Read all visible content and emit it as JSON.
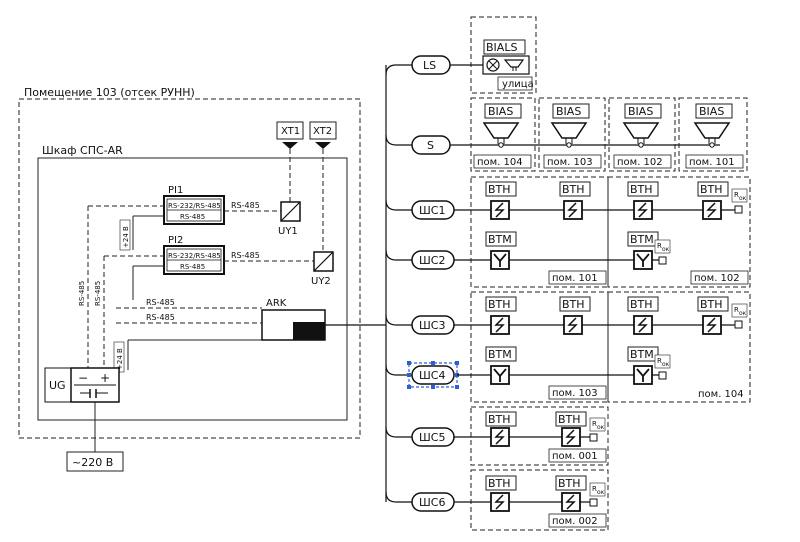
{
  "room": {
    "title": "Помещение 103 (отсек РУНН)"
  },
  "cabinet": {
    "title": "Шкаф СПС-AR"
  },
  "terminals": {
    "xt1": "XT1",
    "xt2": "XT2"
  },
  "relays": {
    "uy1": "UY1",
    "uy2": "UY2"
  },
  "interfaces": {
    "pi1": {
      "name": "PI1",
      "line1": "RS-232/RS-485",
      "line2": "RS-485"
    },
    "pi2": {
      "name": "PI2",
      "line1": "RS-232/RS-485",
      "line2": "RS-485"
    }
  },
  "controller": {
    "name": "ARK"
  },
  "psu": {
    "name": "UG",
    "minus": "−",
    "plus": "+",
    "supply": "~220 В"
  },
  "wire_labels": {
    "rs485": "RS-485",
    "v24": "+24 В",
    "rs485_v": "RS-485"
  },
  "loops": {
    "ls": "LS",
    "s": "S",
    "shs1": "ШС1",
    "shs2": "ШС2",
    "shs3": "ШС3",
    "shs4": "ШС4",
    "shs5": "ШС5",
    "shs6": "ШС6"
  },
  "devices": {
    "bials": "BIALS",
    "bias": "BIAS",
    "bth": "BTH",
    "btm": "BTM",
    "rok": "R",
    "rok_sub": "ок"
  },
  "rooms": {
    "street": "улица",
    "p104": "пом. 104",
    "p103": "пом. 103",
    "p102": "пом. 102",
    "p101": "пом. 101",
    "p001": "пом. 001",
    "p002": "пом. 002"
  },
  "colors": {
    "line": "#111111",
    "selection": "#2b5fd9"
  }
}
